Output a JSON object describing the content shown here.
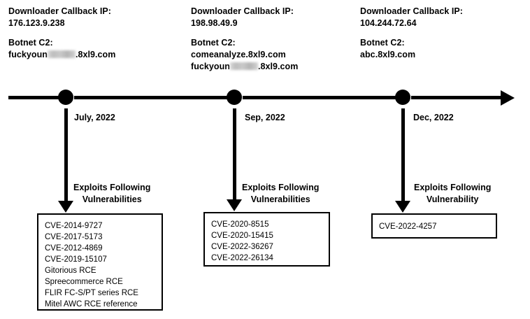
{
  "diagram": {
    "type": "timeline",
    "title_present": false
  },
  "events": [
    {
      "id": "july-2022",
      "date_label": "July, 2022",
      "callback_ip_label": "Downloader Callback IP:",
      "callback_ip_value": "176.123.9.238",
      "botnet_c2_label": "Botnet C2:",
      "botnet_c2_values": [
        {
          "prefix": "fuckyoun",
          "redacted": true,
          "suffix": ".8xl9.com"
        }
      ],
      "arrow_caption_line1": "Exploits Following",
      "arrow_caption_line2": "Vulnerabilities",
      "cve_items": [
        "CVE-2014-9727",
        "CVE-2017-5173",
        "CVE-2012-4869",
        "CVE-2019-15107",
        "Gitorious RCE",
        "Spreecommerce RCE",
        "FLIR FC-S/PT series RCE",
        "Mitel AWC RCE reference"
      ]
    },
    {
      "id": "sep-2022",
      "date_label": "Sep, 2022",
      "callback_ip_label": "Downloader Callback IP:",
      "callback_ip_value": "198.98.49.9",
      "botnet_c2_label": "Botnet C2:",
      "botnet_c2_values": [
        {
          "prefix": "comeanalyze.8xl9.com",
          "redacted": false,
          "suffix": ""
        },
        {
          "prefix": "fuckyoun",
          "redacted": true,
          "suffix": ".8xl9.com"
        }
      ],
      "arrow_caption_line1": "Exploits Following",
      "arrow_caption_line2": "Vulnerabilities",
      "cve_items": [
        "CVE-2020-8515",
        "CVE-2020-15415",
        "CVE-2022-36267",
        "CVE-2022-26134"
      ]
    },
    {
      "id": "dec-2022",
      "date_label": "Dec, 2022",
      "callback_ip_label": "Downloader Callback IP:",
      "callback_ip_value": "104.244.72.64",
      "botnet_c2_label": "Botnet C2:",
      "botnet_c2_values": [
        {
          "prefix": "abc.8xl9.com",
          "redacted": false,
          "suffix": ""
        }
      ],
      "arrow_caption_line1": "Exploits Following",
      "arrow_caption_line2": "Vulnerability",
      "cve_items": [
        "CVE-2022-4257"
      ]
    }
  ],
  "colors": {
    "ink": "#000000",
    "background": "#ffffff",
    "redaction": "#c4c4c4"
  }
}
